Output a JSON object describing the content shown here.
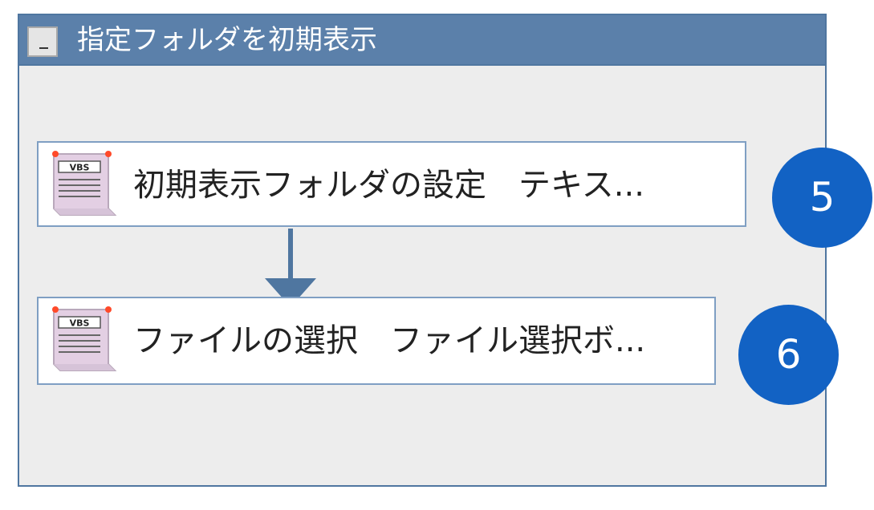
{
  "group": {
    "title": "指定フォルダを初期表示",
    "collapse_icon": "minimize-icon",
    "header_color": "#5b80aa"
  },
  "actions": [
    {
      "label": "初期表示フォルダの設定　テキス...",
      "icon": "vbs-script-icon",
      "icon_text": "VBS"
    },
    {
      "label": "ファイルの選択　ファイル選択ボ...",
      "icon": "vbs-script-icon",
      "icon_text": "VBS"
    }
  ],
  "connector": {
    "icon": "arrow-down-icon"
  },
  "badges": [
    {
      "number": "5",
      "color": "#1262c4"
    },
    {
      "number": "6",
      "color": "#1262c4"
    }
  ]
}
